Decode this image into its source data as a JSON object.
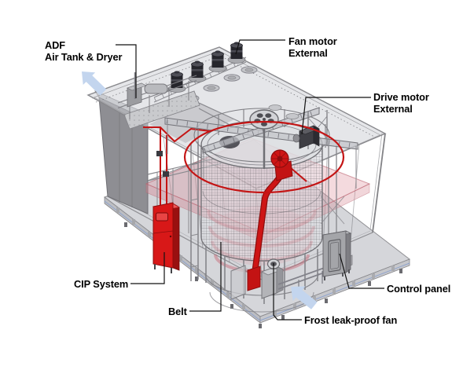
{
  "annotations": {
    "adf": {
      "lines": [
        "ADF",
        "Air Tank & Dryer"
      ]
    },
    "fan_motor": {
      "lines": [
        "Fan motor",
        "External"
      ]
    },
    "drive_motor": {
      "lines": [
        "Drive motor",
        "External"
      ]
    },
    "cip_system": {
      "lines": [
        "CIP System"
      ]
    },
    "belt": {
      "lines": [
        "Belt"
      ]
    },
    "control_panel": {
      "lines": [
        "Control panel"
      ]
    },
    "frost_fan": {
      "lines": [
        "Frost leak-proof fan"
      ]
    }
  },
  "colors": {
    "pipe_red": "#c41414",
    "cabinet_red": "#d81818",
    "cabinet_red_dark": "#991010",
    "arrow_blue": "#c3d5ee",
    "pink_floor": "#dd96a0",
    "label_text": "#000000",
    "leader_line": "#111111"
  }
}
